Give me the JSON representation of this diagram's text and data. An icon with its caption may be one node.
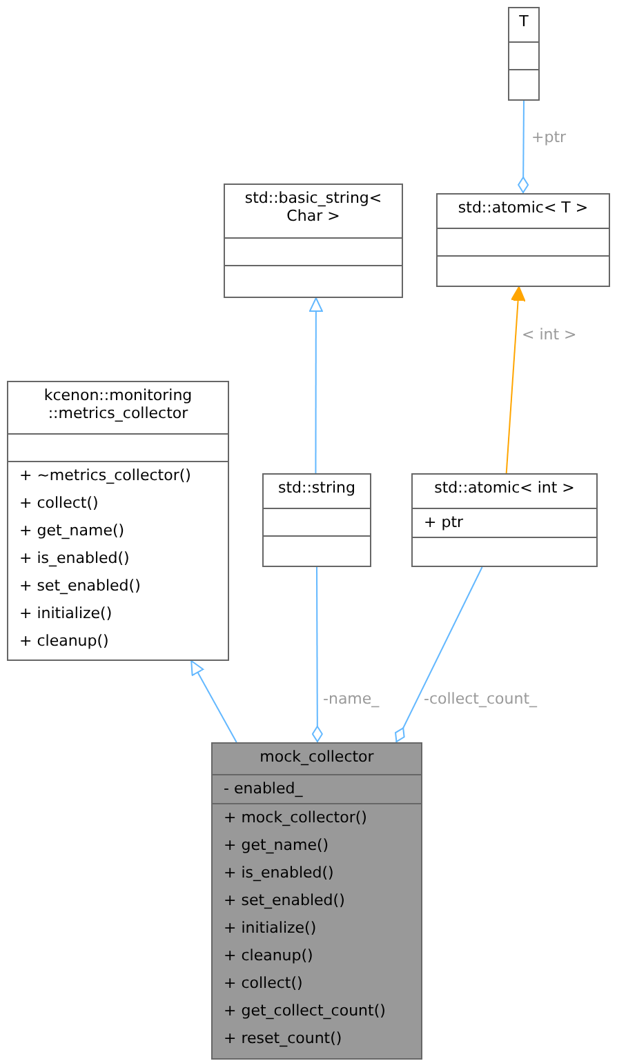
{
  "diagram": {
    "nodes": [
      {
        "text": [
          "T"
        ]
      },
      {
        "text": [
          "std::basic_string< Char >"
        ]
      },
      {
        "text": [
          "std::atomic< T >"
        ]
      },
      {
        "text": [
          "kcenon::monitoring ::metrics_collector",
          "+ ~metrics_collector()",
          "+ collect()",
          "+ get_name()",
          "+ is_enabled()",
          "+ set_enabled()",
          "+ initialize()",
          "+ cleanup()"
        ]
      },
      {
        "text": [
          "std::string"
        ]
      },
      {
        "text": [
          "std::atomic< int >",
          "+ ptr"
        ]
      },
      {
        "text": [
          "mock_collector",
          "- enabled_",
          "+ mock_collector()",
          "+ get_name()",
          "+ is_enabled()",
          "+ set_enabled()",
          "+ initialize()",
          "+ cleanup()",
          "+ collect()",
          "+ get_collect_count()",
          "+ reset_count()"
        ]
      }
    ],
    "edges": [
      {
        "from": 0,
        "to": 2,
        "arrow": "other",
        "label": "+ptr"
      },
      {
        "from": 5,
        "to": 2,
        "arrow": "to",
        "label": "< int >",
        "color": "#ffa500"
      },
      {
        "from": 4,
        "to": 1,
        "arrow": "to"
      },
      {
        "from": 6,
        "to": 3,
        "arrow": "to"
      },
      {
        "from": 4,
        "to": 6,
        "arrow": "other",
        "label": "-name_"
      },
      {
        "from": 5,
        "to": 6,
        "arrow": "other",
        "label": "-collect_count_"
      }
    ]
  }
}
